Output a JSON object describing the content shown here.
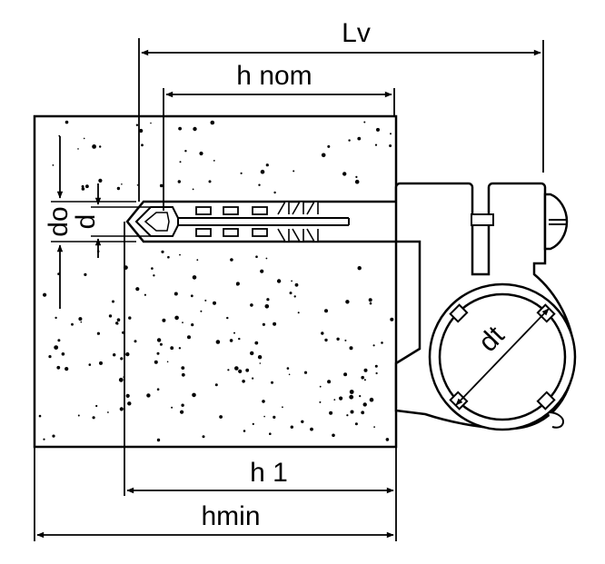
{
  "diagram": {
    "labels": {
      "lv": "Lv",
      "h_nom": "h nom",
      "h1": "h 1",
      "hmin": "hmin",
      "do": "do",
      "d": "d",
      "dt": "dt"
    },
    "colors": {
      "ink": "#000000",
      "paper": "#ffffff"
    }
  }
}
